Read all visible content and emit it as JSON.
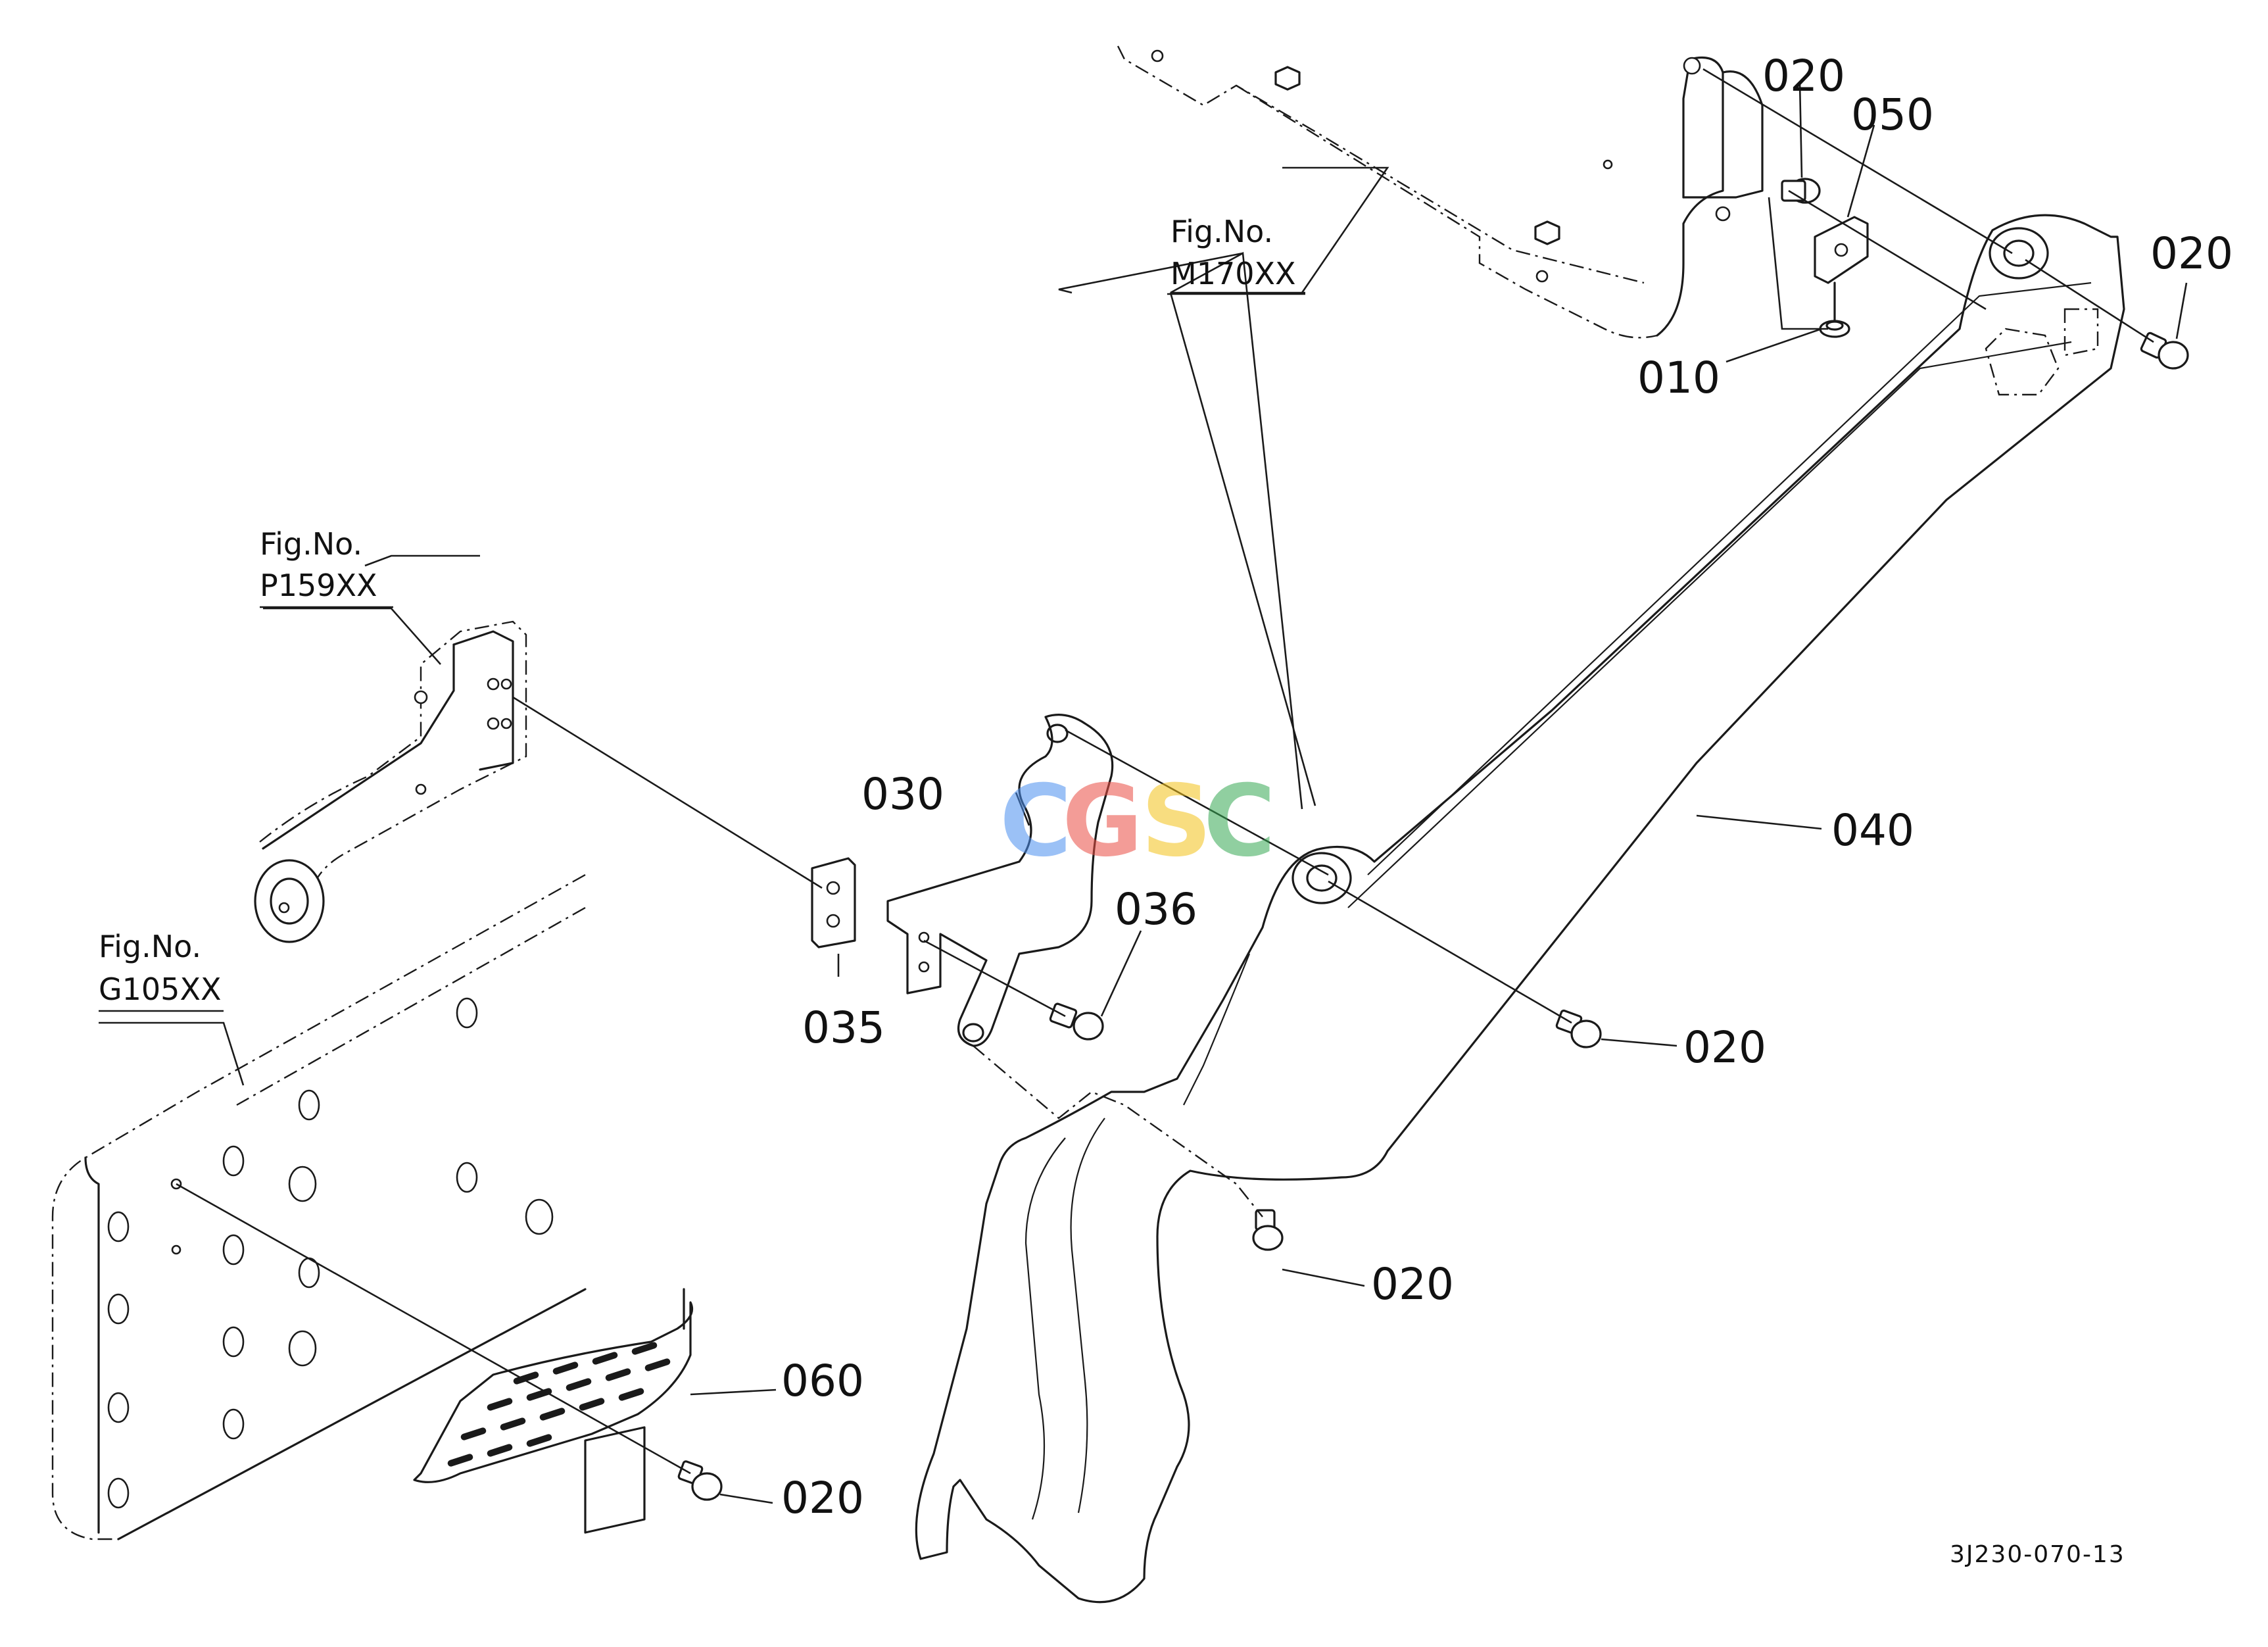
{
  "figure_refs": [
    {
      "label": "Fig.No.",
      "number": "M170XX"
    },
    {
      "label": "Fig.No.",
      "number": "P159XX"
    },
    {
      "label": "Fig.No.",
      "number": "G105XX"
    }
  ],
  "callouts": {
    "c010": "010",
    "c020_top": "020",
    "c020_topright": "020",
    "c020_mid": "020",
    "c020_lower": "020",
    "c020_step": "020",
    "c030": "030",
    "c035": "035",
    "c036": "036",
    "c040": "040",
    "c050": "050",
    "c060": "060"
  },
  "watermark": {
    "letters": [
      "C",
      "G",
      "S",
      "C"
    ],
    "colors": [
      "#4a8ff0",
      "#ea4d43",
      "#f4c21a",
      "#36a853"
    ]
  },
  "diagram_code": "3J230-070-13"
}
